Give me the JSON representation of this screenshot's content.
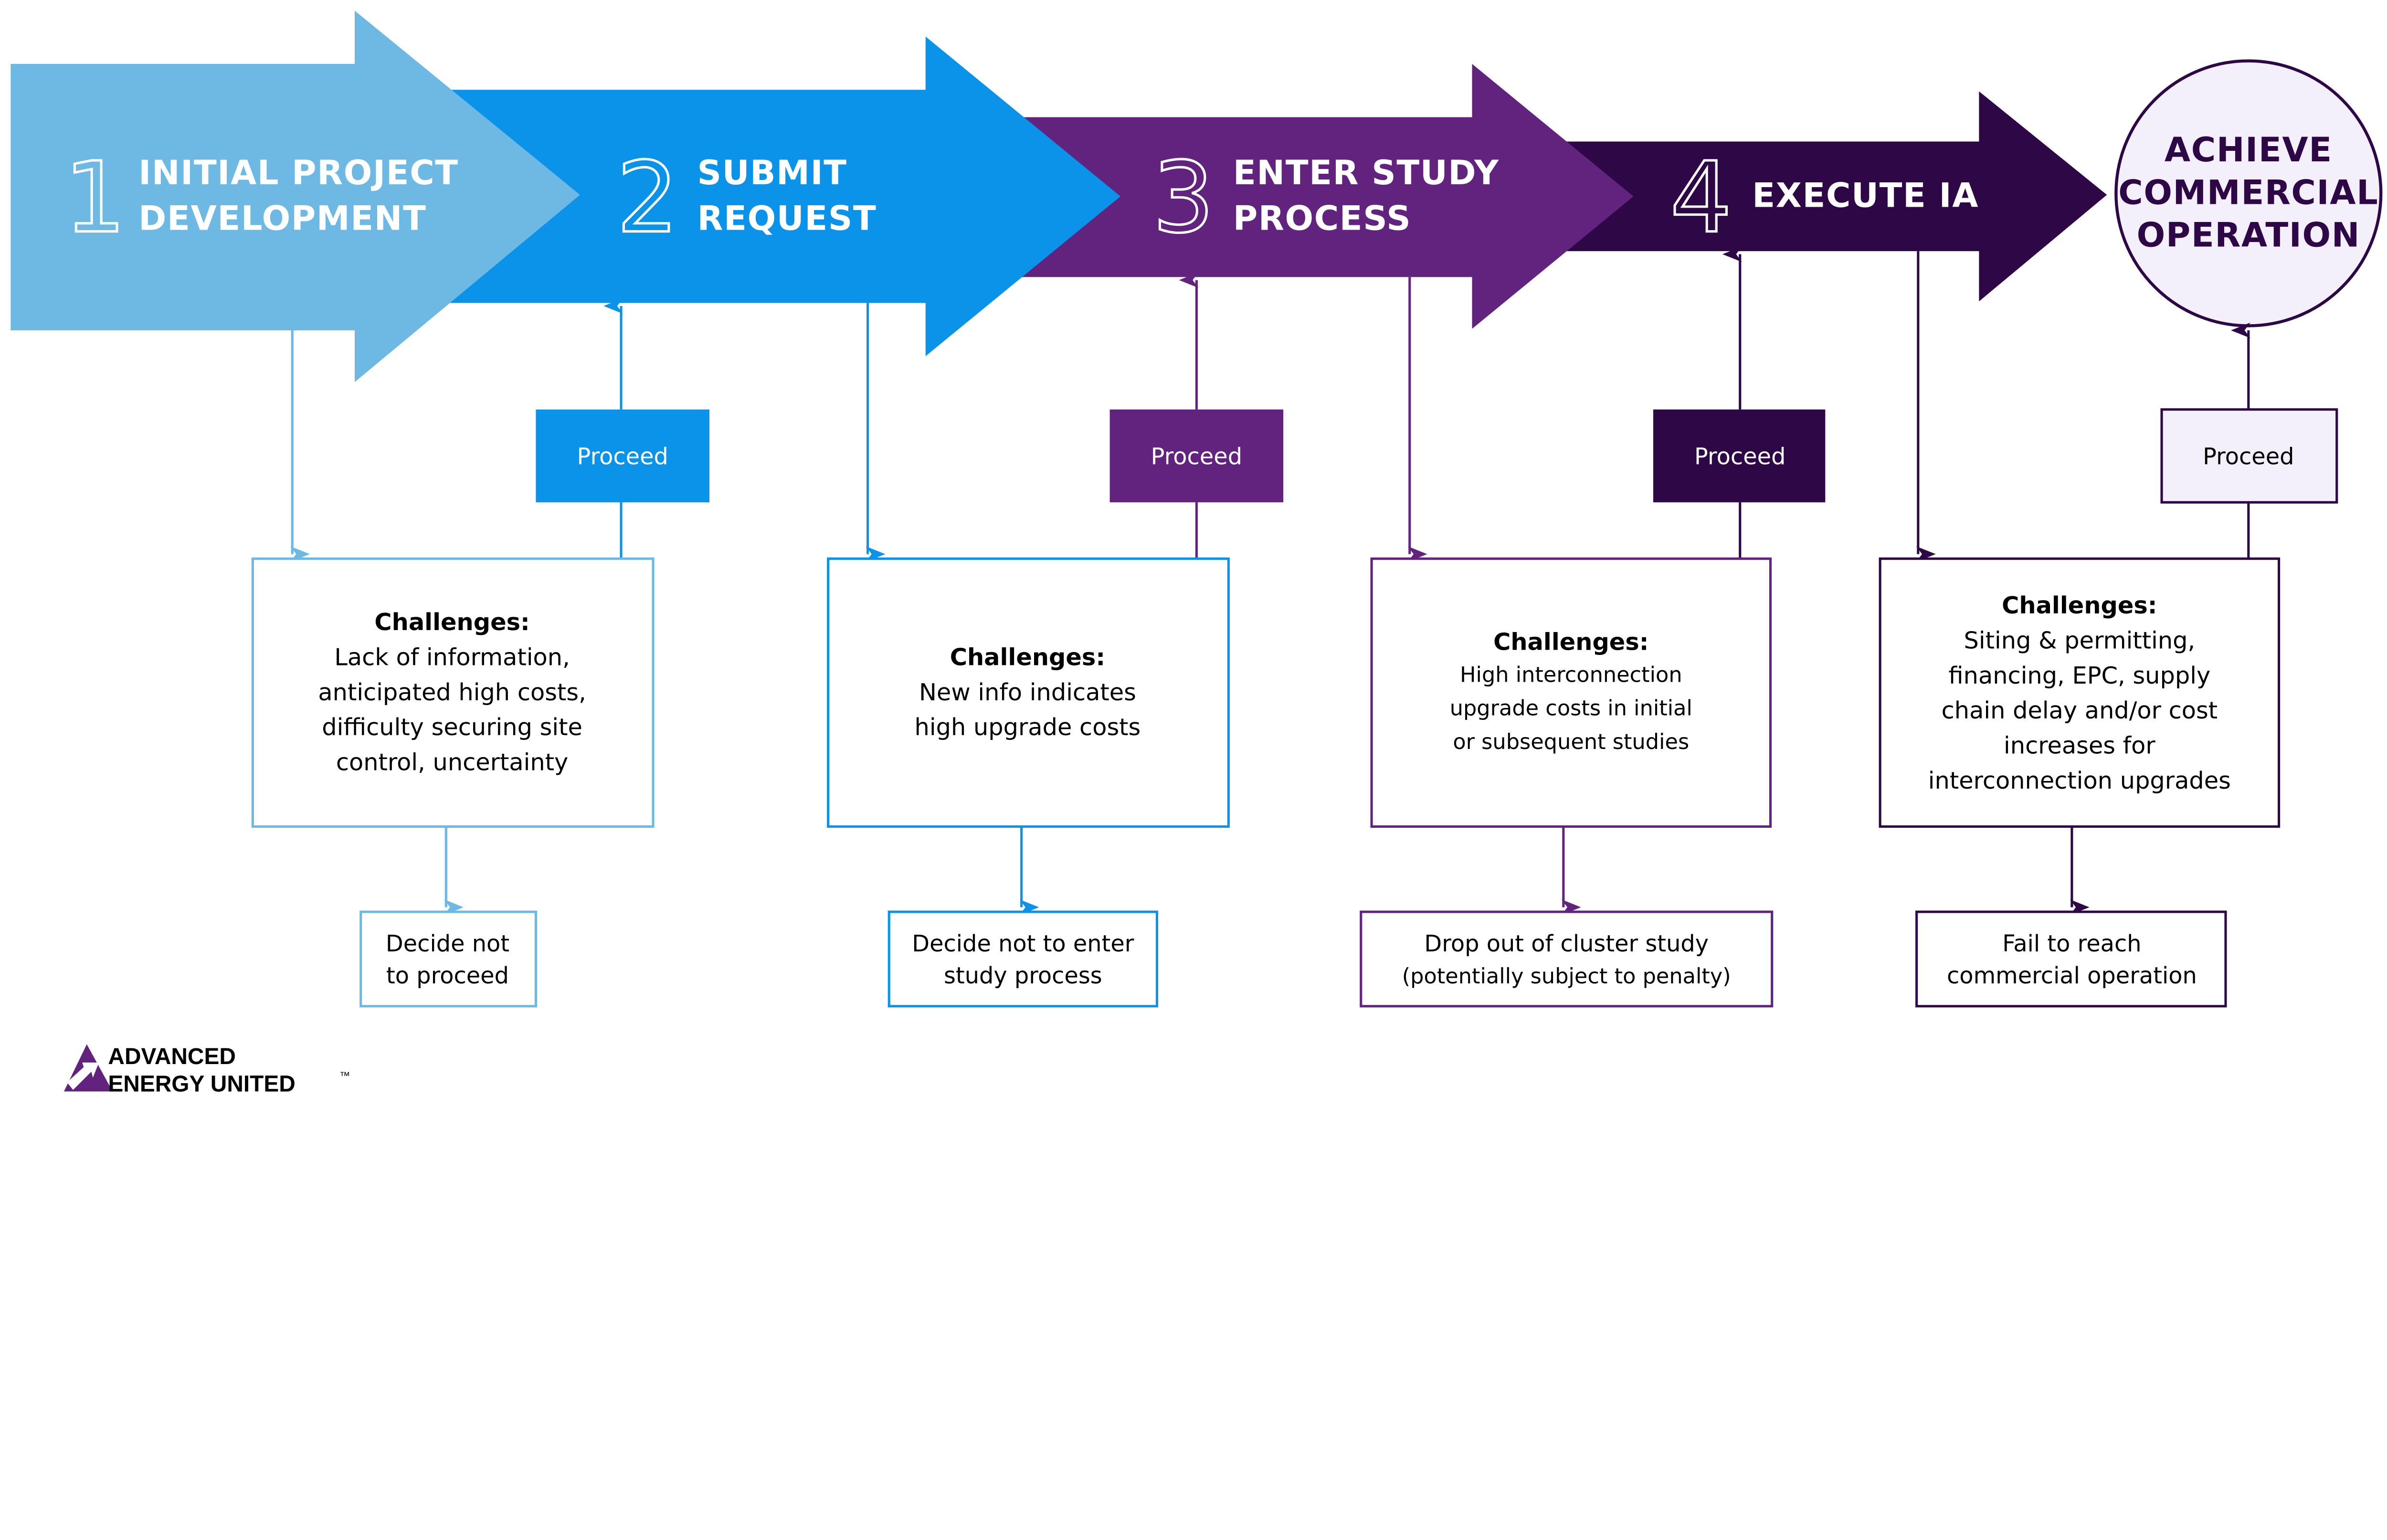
{
  "colors": {
    "step1": "#6DB9E4",
    "step2": "#0A93E9",
    "step3": "#62237F",
    "step4": "#2E0846",
    "final_fill": "#F3F0FB"
  },
  "steps": [
    {
      "number": "1",
      "title_lines": [
        "INITIAL PROJECT",
        "DEVELOPMENT"
      ]
    },
    {
      "number": "2",
      "title_lines": [
        "SUBMIT",
        "REQUEST"
      ]
    },
    {
      "number": "3",
      "title_lines": [
        "ENTER STUDY",
        "PROCESS"
      ]
    },
    {
      "number": "4",
      "title_lines": [
        "EXECUTE IA"
      ]
    }
  ],
  "final": {
    "title_lines": [
      "ACHIEVE",
      "COMMERCIAL",
      "OPERATION"
    ]
  },
  "proceed_label": "Proceed",
  "challenges": [
    {
      "heading": "Challenges:",
      "lines": [
        "Lack of information,",
        "anticipated high costs,",
        "difficulty securing site",
        "control, uncertainty"
      ]
    },
    {
      "heading": "Challenges:",
      "lines": [
        "New info indicates",
        "high upgrade costs"
      ]
    },
    {
      "heading": "Challenges:",
      "lines": [
        "High interconnection",
        "upgrade costs in initial",
        "or subsequent studies"
      ]
    },
    {
      "heading": "Challenges:",
      "lines": [
        "Siting & permitting,",
        "financing, EPC, supply",
        "chain delay and/or cost",
        "increases for",
        "interconnection upgrades"
      ]
    }
  ],
  "outcomes": [
    {
      "lines": [
        "Decide not",
        "to proceed"
      ]
    },
    {
      "lines": [
        "Decide not to enter",
        "study process"
      ]
    },
    {
      "lines": [
        "Drop out of cluster study",
        "(potentially subject to penalty)"
      ]
    },
    {
      "lines": [
        "Fail to reach",
        "commercial operation"
      ]
    }
  ],
  "logo": {
    "line1": "ADVANCED",
    "line2": "ENERGY UNITED",
    "tm": "™"
  }
}
